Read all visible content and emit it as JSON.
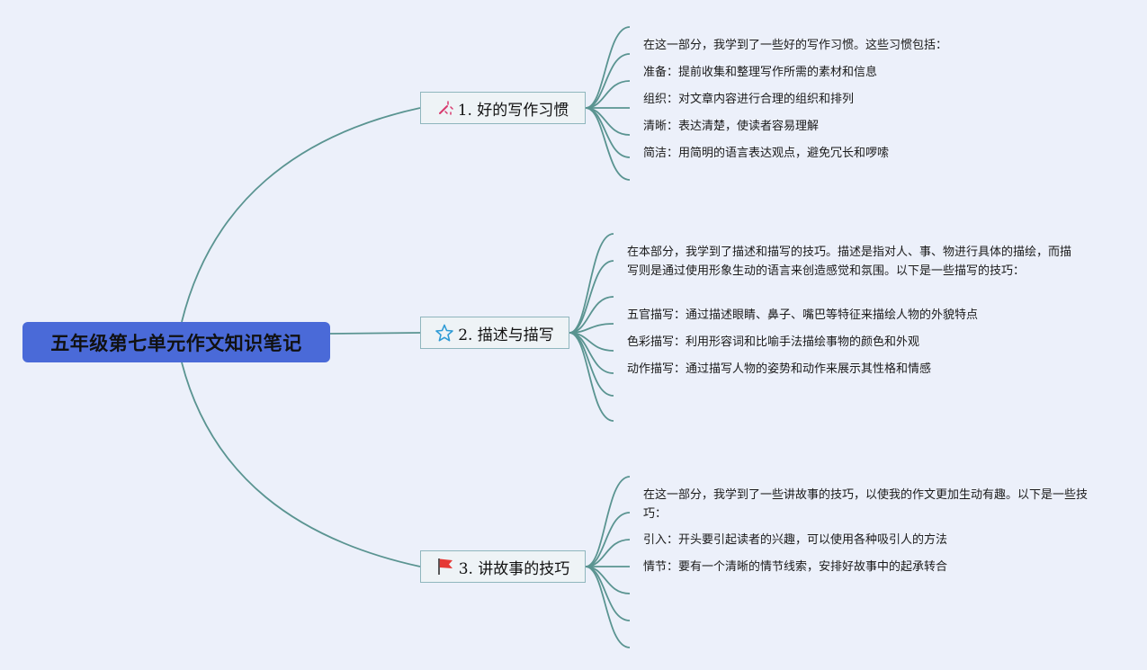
{
  "root": {
    "title": "五年级第七单元作文知识笔记"
  },
  "branches": [
    {
      "label": "1. 好的写作习惯",
      "icon": "magic-wand-icon",
      "items": [
        "在这一部分，我学到了一些好的写作习惯。这些习惯包括：",
        "准备：提前收集和整理写作所需的素材和信息",
        "组织：对文章内容进行合理的组织和排列",
        "清晰：表达清楚，使读者容易理解",
        "简洁：用简明的语言表达观点，避免冗长和啰嗦"
      ]
    },
    {
      "label": "2. 描述与描写",
      "icon": "star-outline-icon",
      "items": [
        "在本部分，我学到了描述和描写的技巧。描述是指对人、事、物进行具体的描绘，而描写则是通过使用形象生动的语言来创造感觉和氛围。以下是一些描写的技巧：",
        "五官描写：通过描述眼睛、鼻子、嘴巴等特征来描绘人物的外貌特点",
        "色彩描写：利用形容词和比喻手法描绘事物的颜色和外观",
        "动作描写：通过描写人物的姿势和动作来展示其性格和情感"
      ]
    },
    {
      "label": "3. 讲故事的技巧",
      "icon": "red-flag-icon",
      "items": [
        "在这一部分，我学到了一些讲故事的技巧，以使我的作文更加生动有趣。以下是一些技巧：",
        "引入：开头要引起读者的兴趣，可以使用各种吸引人的方法",
        "情节：要有一个清晰的情节线索，安排好故事中的起承转合"
      ]
    }
  ],
  "colors": {
    "root_fill": "#4a6ad8",
    "connector": "#5a9491",
    "branch_border": "#8fb6bd",
    "background": "#ecf0fa"
  }
}
